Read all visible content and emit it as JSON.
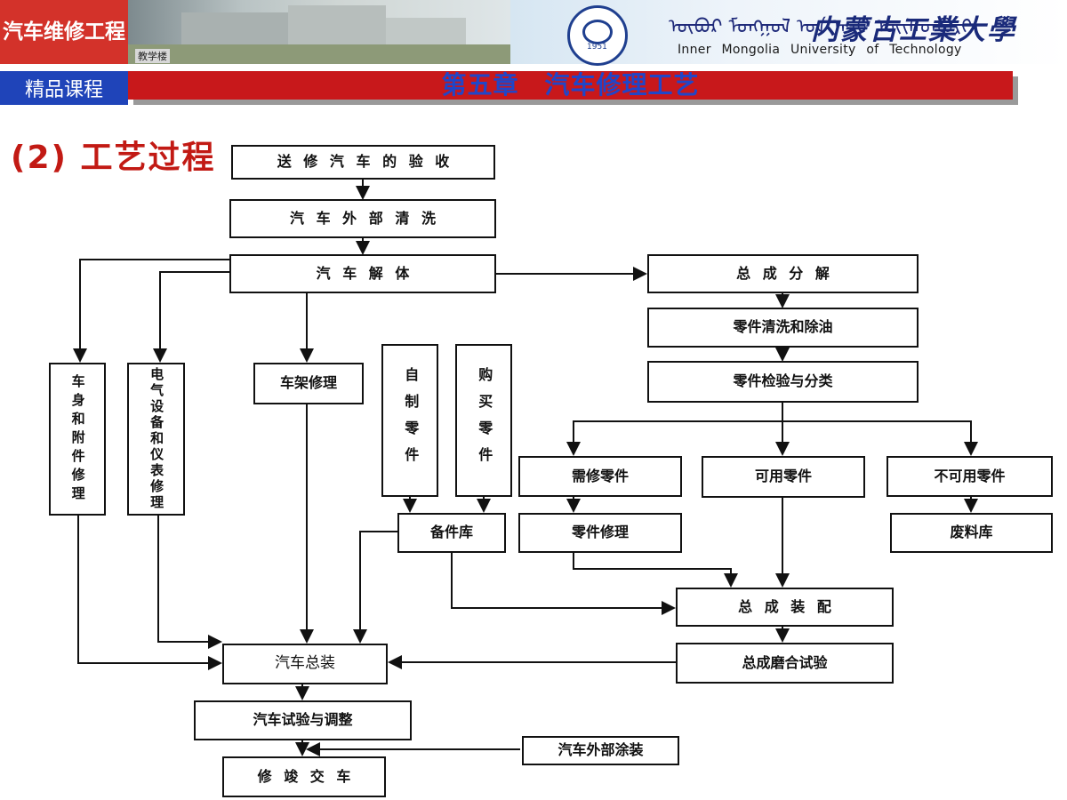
{
  "header": {
    "course_title": "汽车维修工程",
    "course_badge": "精品课程",
    "photo_caption": "教学楼",
    "logo_year": "1951",
    "university_cn": "内蒙古工業大學",
    "university_en": "Inner Mongolia University of Technology",
    "mongolian_script": "ᠥᠪᠥᠷ ᠮᠣᠩᠭᠣᠯ ᠤᠨ ᠠᠵᠤ ᠦᠢᠯᠡᠳᠪᠦᠷᠢ"
  },
  "chapter_title": "第五章　汽车修理工艺",
  "section_title": "(2)  工艺过程",
  "flow": {
    "receive": "送修汽车的验收",
    "wash_exterior": "汽车外部清洗",
    "disassembly": "汽车解体",
    "assembly_disassembly": "总成分解",
    "parts_clean": "零件清洗和除油",
    "parts_inspect": "零件检验与分类",
    "body_repair": "车身和附件修理",
    "electrical_repair": "电气设备和仪表修理",
    "frame_repair": "车架修理",
    "self_made": "自制零件",
    "purchased": "购买零件",
    "needs_repair": "需修零件",
    "usable": "可用零件",
    "unusable": "不可用零件",
    "spare_store": "备件库",
    "part_repair": "零件修理",
    "scrap_store": "废料库",
    "assembly_fit": "总成装配",
    "assembly_test": "总成磨合试验",
    "final_assembly": "汽车总装",
    "test_adjust": "汽车试验与调整",
    "painting": "汽车外部涂装",
    "delivery": "修竣交车"
  },
  "colors": {
    "accent_red": "#c8181b",
    "accent_blue": "#1f44b9",
    "title_blue": "#2046c8",
    "section_red": "#c21a14"
  }
}
